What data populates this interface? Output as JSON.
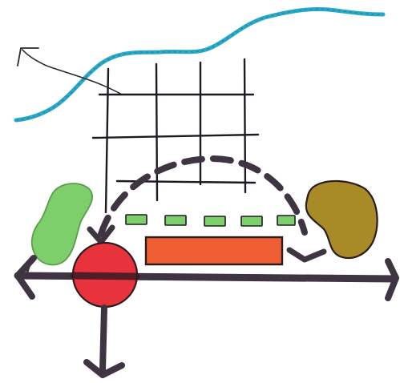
{
  "diagram": {
    "has_text": false,
    "colors": {
      "wave_line": "#29a9c7",
      "ink": "#3e3442",
      "grid_ink": "#1f1a22",
      "green_blob": "#7ccf6a",
      "olive_blob": "#a88a26",
      "red_circle": "#e8333d",
      "orange_bar": "#ef5d32",
      "green_dashes": "#7ccf6a"
    },
    "elements": [
      "cyan-wave-line",
      "corner-arrow",
      "grid",
      "dashed-arc",
      "green-dash-row",
      "orange-bar",
      "green-blob",
      "olive-blob",
      "red-circle",
      "horizontal-double-arrow",
      "down-arrow"
    ]
  }
}
